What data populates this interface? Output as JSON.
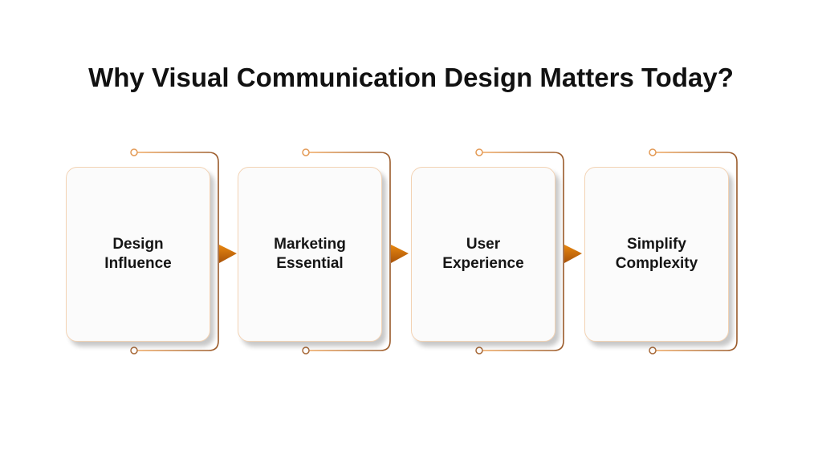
{
  "title": "Why Visual Communication Design Matters Today?",
  "steps": [
    {
      "line1": "Design",
      "line2": "Influence"
    },
    {
      "line1": "Marketing",
      "line2": "Essential"
    },
    {
      "line1": "User",
      "line2": "Experience"
    },
    {
      "line1": "Simplify",
      "line2": "Complexity"
    }
  ],
  "colors": {
    "accent": "#d4730e",
    "line": "#a86a3a"
  }
}
